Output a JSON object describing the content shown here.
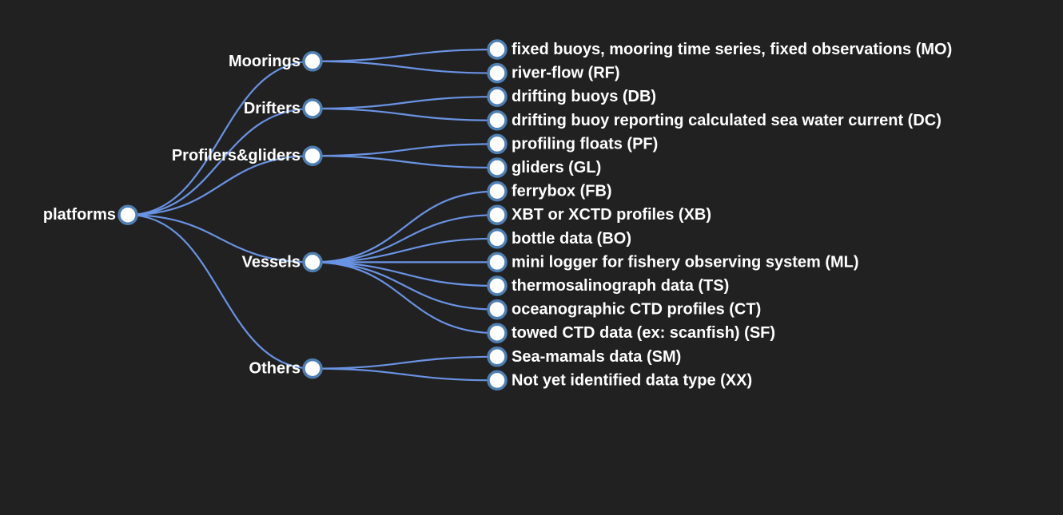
{
  "colors": {
    "background": "#212121",
    "link": "#6a93e4",
    "node_fill": "#ffffff",
    "node_stroke": "#4f7fb2",
    "label": "#ffffff"
  },
  "tree": {
    "label": "platforms",
    "children": [
      {
        "label": "Moorings",
        "children": [
          {
            "label": "fixed buoys, mooring time series, fixed observations (MO)"
          },
          {
            "label": "river-flow (RF)"
          }
        ]
      },
      {
        "label": "Drifters",
        "children": [
          {
            "label": "drifting buoys (DB)"
          },
          {
            "label": "drifting buoy reporting calculated sea water current (DC)"
          }
        ]
      },
      {
        "label": "Profilers&gliders",
        "children": [
          {
            "label": "profiling floats (PF)"
          },
          {
            "label": "gliders (GL)"
          }
        ]
      },
      {
        "label": "Vessels",
        "children": [
          {
            "label": "ferrybox (FB)"
          },
          {
            "label": "XBT or XCTD profiles (XB)"
          },
          {
            "label": "bottle data (BO)"
          },
          {
            "label": "mini logger for fishery observing system (ML)"
          },
          {
            "label": "thermosalinograph data (TS)"
          },
          {
            "label": "oceanographic CTD profiles (CT)"
          },
          {
            "label": "towed CTD data (ex: scanfish) (SF)"
          }
        ]
      },
      {
        "label": "Others",
        "children": [
          {
            "label": "Sea-mamals data (SM)"
          },
          {
            "label": "Not yet identified data type (XX)"
          }
        ]
      }
    ]
  }
}
